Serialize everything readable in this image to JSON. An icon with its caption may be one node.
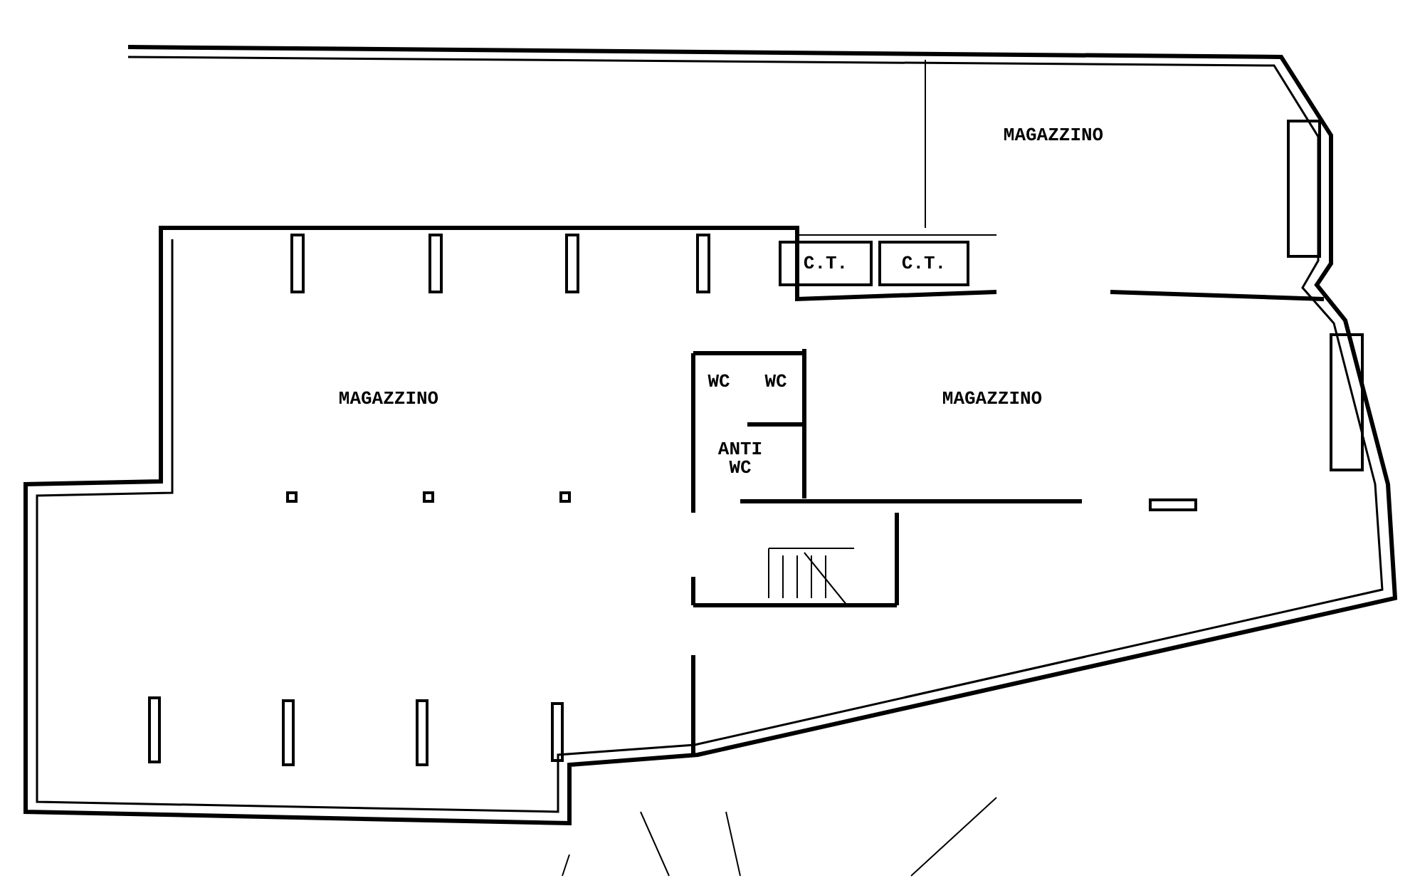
{
  "diagram": {
    "labels": [
      "MAGAZZINO",
      "C.T.",
      "C.T.",
      "MAGAZZINO",
      "WC",
      "WC",
      "MAGAZZINO",
      "ANTI WC"
    ]
  }
}
